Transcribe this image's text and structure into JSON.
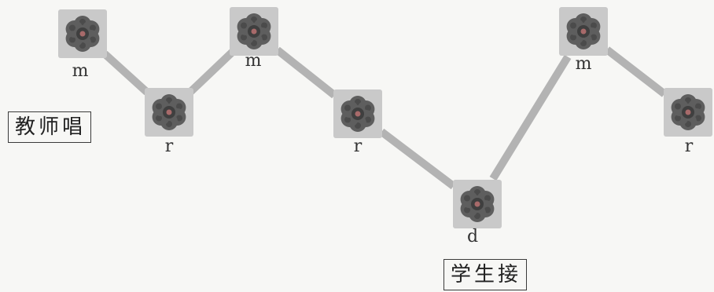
{
  "notes": [
    {
      "syllable": "m",
      "icon": "flower-icon"
    },
    {
      "syllable": "r",
      "icon": "flower-icon"
    },
    {
      "syllable": "m",
      "icon": "flower-icon"
    },
    {
      "syllable": "r",
      "icon": "flower-icon"
    },
    {
      "syllable": "d",
      "icon": "flower-icon"
    },
    {
      "syllable": "m",
      "icon": "flower-icon"
    },
    {
      "syllable": "r",
      "icon": "flower-icon"
    }
  ],
  "roles": {
    "teacher": "教师唱",
    "student": "学生接"
  },
  "colors": {
    "connector": "#b3b3b3",
    "tile": "#c9c9c9",
    "petal": "#5e5e5e",
    "petal_dark": "#3f3f3f",
    "center": "#a86a6a"
  }
}
